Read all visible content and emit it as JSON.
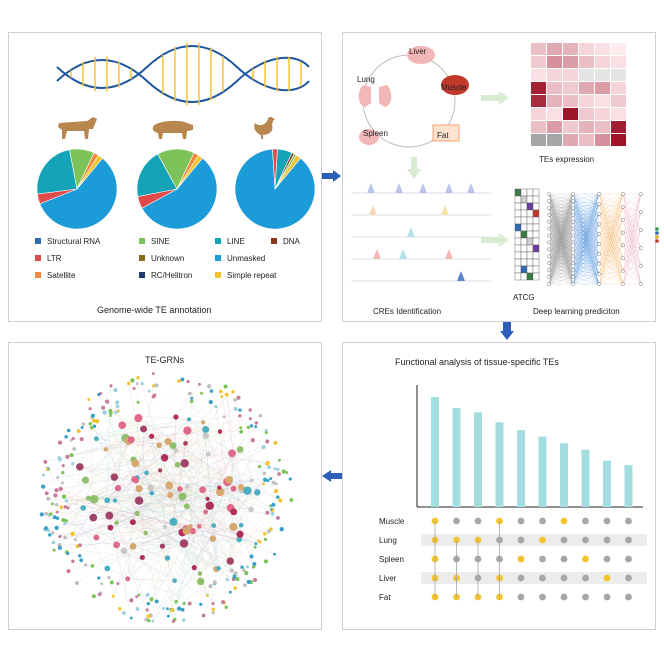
{
  "panel1": {
    "title": "Genome-wide TE annotation",
    "legend": [
      {
        "label": "Structural RNA",
        "color": "#2f6bb3"
      },
      {
        "label": "SINE",
        "color": "#7cc45a"
      },
      {
        "label": "LINE",
        "color": "#14a3b7"
      },
      {
        "label": "DNA",
        "color": "#8a3a1f"
      },
      {
        "label": "LTR",
        "color": "#e24a4a"
      },
      {
        "label": "Unknown",
        "color": "#8a6a1a"
      },
      {
        "label": "Unmasked",
        "color": "#1b9bd7"
      },
      {
        "label": "Satellite",
        "color": "#f08a3c"
      },
      {
        "label": "RC/Helitron",
        "color": "#1e3a6e"
      },
      {
        "label": "Simple repeat",
        "color": "#f4c430"
      }
    ],
    "pies": [
      {
        "animal": "cattle-icon",
        "slices": [
          {
            "label": "Unmasked",
            "value": 58,
            "color": "#1b9bd7"
          },
          {
            "label": "LTR",
            "value": 4,
            "color": "#e24a4a"
          },
          {
            "label": "LINE",
            "value": 24,
            "color": "#14a3b7"
          },
          {
            "label": "SINE",
            "value": 10,
            "color": "#7cc45a"
          },
          {
            "label": "Satellite",
            "value": 2,
            "color": "#f08a3c"
          },
          {
            "label": "Simple repeat",
            "value": 2,
            "color": "#f4c430"
          }
        ]
      },
      {
        "animal": "pig-icon",
        "slices": [
          {
            "label": "Unmasked",
            "value": 56,
            "color": "#1b9bd7"
          },
          {
            "label": "LTR",
            "value": 5,
            "color": "#e24a4a"
          },
          {
            "label": "LINE",
            "value": 20,
            "color": "#14a3b7"
          },
          {
            "label": "SINE",
            "value": 15,
            "color": "#7cc45a"
          },
          {
            "label": "Satellite",
            "value": 2,
            "color": "#f08a3c"
          },
          {
            "label": "Simple repeat",
            "value": 2,
            "color": "#f4c430"
          }
        ]
      },
      {
        "animal": "chicken-icon",
        "slices": [
          {
            "label": "Unmasked",
            "value": 88,
            "color": "#1b9bd7"
          },
          {
            "label": "LTR",
            "value": 2,
            "color": "#e24a4a"
          },
          {
            "label": "LINE",
            "value": 6,
            "color": "#14a3b7"
          },
          {
            "label": "DNA",
            "value": 1,
            "color": "#8a3a1f"
          },
          {
            "label": "SINE",
            "value": 1,
            "color": "#7cc45a"
          },
          {
            "label": "Simple repeat",
            "value": 2,
            "color": "#f4c430"
          }
        ]
      }
    ]
  },
  "panel2": {
    "tissues": [
      "Liver",
      "Lung",
      "Muscle",
      "Spleen",
      "Fat"
    ],
    "expression_title": "TEs expression",
    "cre_title": "CREs Identification",
    "dl_title": "Deep learning prediciton",
    "dna_letters": "ATCG"
  },
  "panel3": {
    "title": "TE-GRNs"
  },
  "panel4": {
    "title": "Functional analysis of tissue-specific TEs",
    "rows": [
      "Muscle",
      "Lung",
      "Spleen",
      "Liver",
      "Fat"
    ],
    "chart_data": {
      "type": "bar",
      "values": [
        100,
        90,
        86,
        77,
        70,
        64,
        58,
        52,
        42,
        38
      ],
      "bar_color": "#a3dde0",
      "dot_colors": {
        "on": "#f4c430",
        "off": "#a6a6a6"
      },
      "matrix": [
        [
          1,
          0,
          0,
          1,
          0,
          0,
          1,
          0,
          0,
          0
        ],
        [
          1,
          1,
          1,
          0,
          0,
          1,
          0,
          0,
          0,
          0
        ],
        [
          1,
          0,
          0,
          0,
          1,
          0,
          0,
          1,
          0,
          0
        ],
        [
          1,
          1,
          0,
          1,
          0,
          0,
          0,
          0,
          1,
          0
        ],
        [
          1,
          1,
          1,
          1,
          0,
          0,
          0,
          0,
          0,
          0
        ]
      ]
    }
  }
}
